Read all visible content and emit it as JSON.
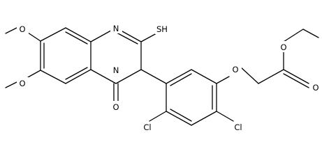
{
  "structure": {
    "atoms": {
      "methoxy_top_o": "O",
      "methoxy_bottom_o": "O",
      "ring_n1": "N",
      "ring_n3": "N",
      "thiol": "SH",
      "carbonyl_o": "O",
      "chloro_left": "Cl",
      "chloro_right": "Cl",
      "ether_o": "O",
      "ester_carbonyl_o": "O",
      "ester_o": "O"
    }
  }
}
